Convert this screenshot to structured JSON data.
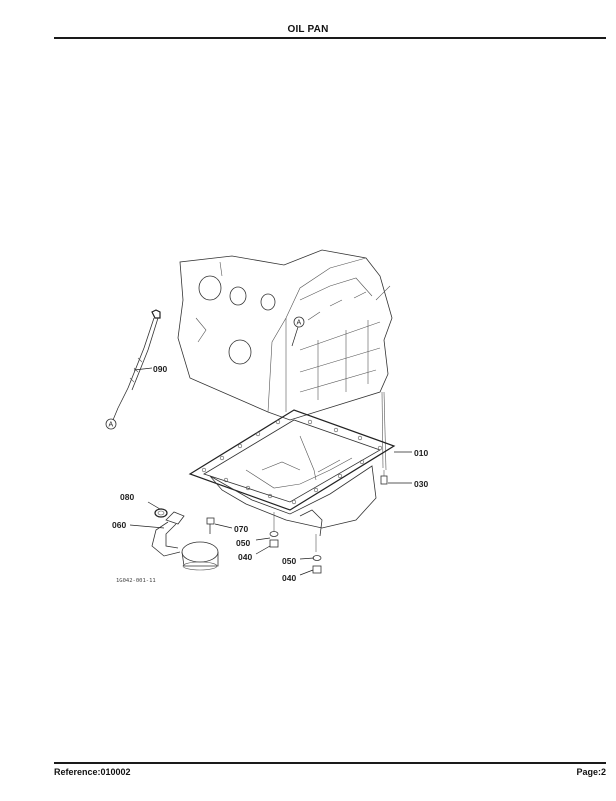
{
  "header": {
    "title": "OIL PAN"
  },
  "footer": {
    "reference": "Reference:010002",
    "page": "Page:2"
  },
  "diagram": {
    "figure_code": "1G042-001-11",
    "circled_marker": "A",
    "callouts": {
      "c010": "010",
      "c030": "030",
      "c040a": "040",
      "c040b": "040",
      "c050a": "050",
      "c050b": "050",
      "c060": "060",
      "c070": "070",
      "c080": "080",
      "c090": "090"
    }
  }
}
